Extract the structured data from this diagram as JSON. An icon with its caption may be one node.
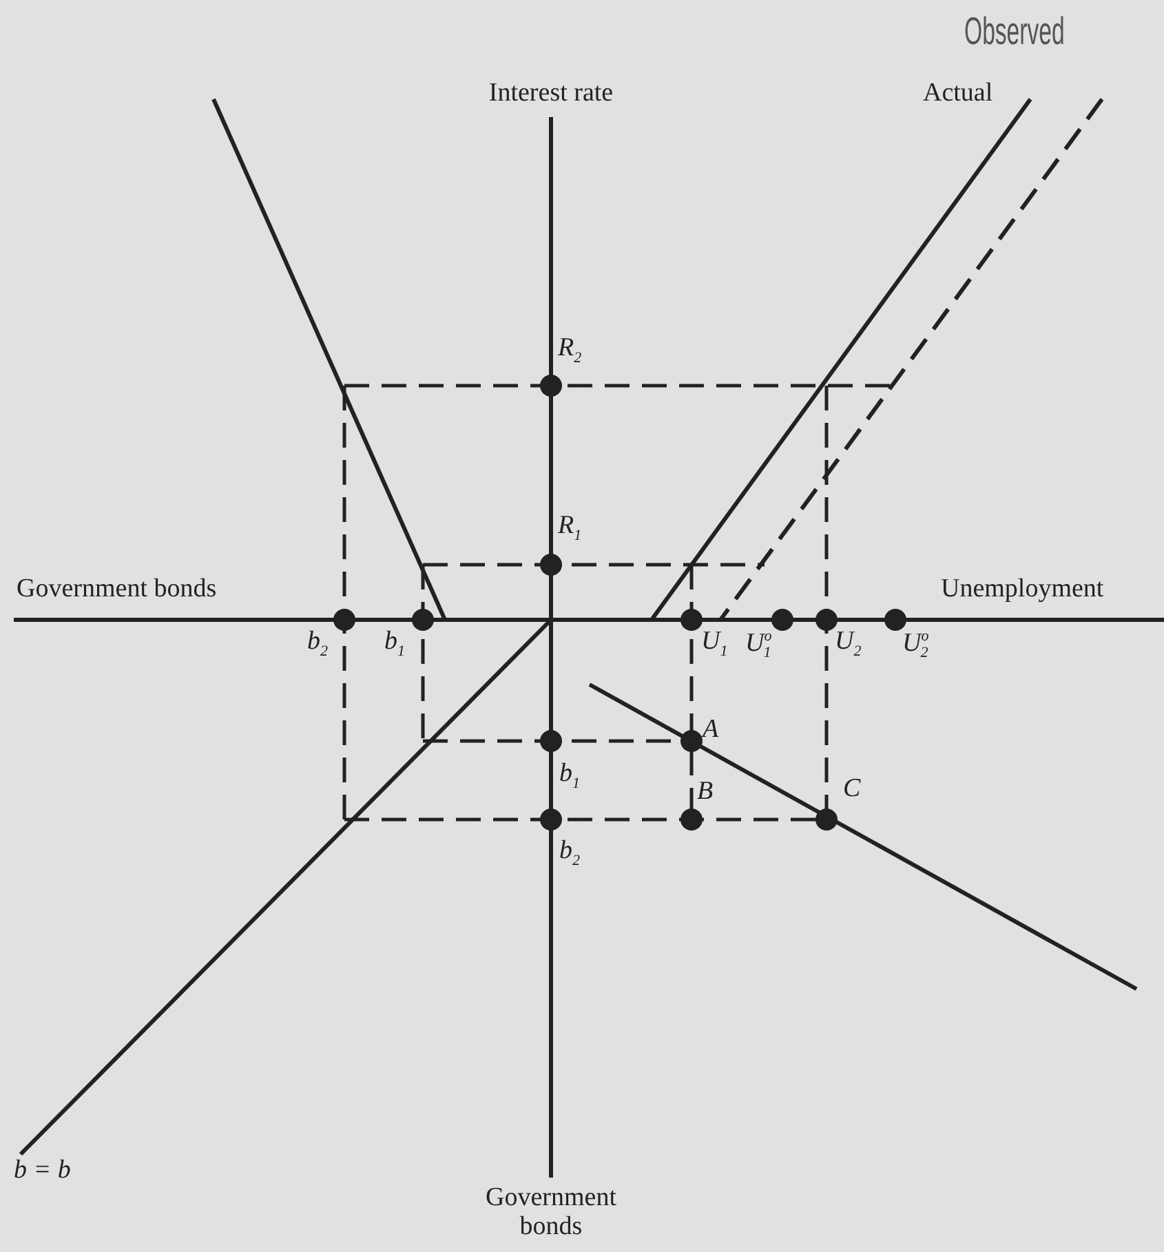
{
  "diagram": {
    "labels": [
      "Interest rate",
      "Observed",
      "Actual",
      "*R*$_{2}$",
      "*R*$_{1}$",
      "Government bonds",
      "Unemployment",
      "*b*$_{2}$",
      "*b*$_{1}$",
      "*U*$_{1}$",
      "*U*$^{o}$$_{1}$",
      "*U*$_{2}$",
      "*U*$^{o}$$_{2}$",
      "A",
      "*b*$_{1}$",
      "B",
      "C",
      "*b*$_{2}$",
      "b = b",
      "Government bonds"
    ]
  }
}
